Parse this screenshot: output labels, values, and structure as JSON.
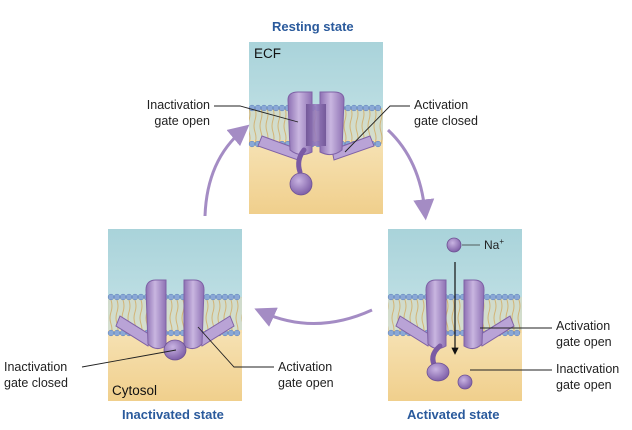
{
  "states": {
    "resting": {
      "title": "Resting state"
    },
    "activated": {
      "title": "Activated state"
    },
    "inactivated": {
      "title": "Inactivated state"
    }
  },
  "regions": {
    "ecf": "ECF",
    "cytosol": "Cytosol"
  },
  "ion": {
    "symbol": "Na",
    "charge": "+"
  },
  "labels": {
    "resting_inactivation": [
      "Inactivation",
      "gate open"
    ],
    "resting_activation": [
      "Activation",
      "gate closed"
    ],
    "activated_activation": [
      "Activation",
      "gate open"
    ],
    "activated_inactivation": [
      "Inactivation",
      "gate open"
    ],
    "inactivated_inactivation": [
      "Inactivation",
      "gate closed"
    ],
    "inactivated_activation": [
      "Activation",
      "gate open"
    ]
  },
  "colors": {
    "ecf": "#c9e3e6",
    "cytosol": "#f3d9a2",
    "membrane_head": "#8aa8d6",
    "channel": "#a48cc4",
    "channel_dark": "#6e5294",
    "arrow": "#a48cc4",
    "title": "#2a5a9c"
  }
}
